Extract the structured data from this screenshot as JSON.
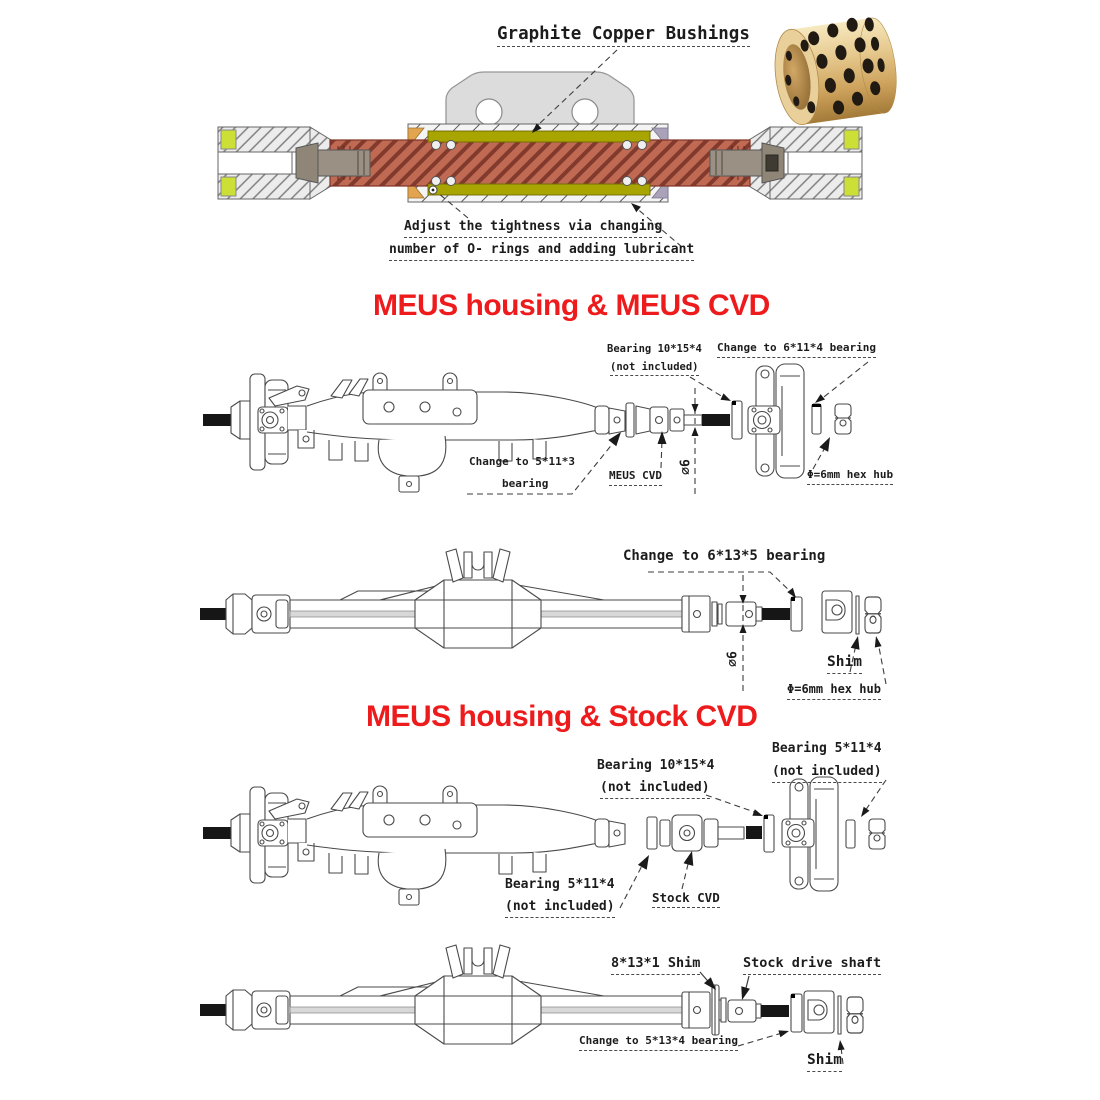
{
  "colors": {
    "heading_red": "#ee1b1d",
    "shaft_red": "#bf6752",
    "bushing_olive": "#a8a400",
    "insert_green": "#cbdf37",
    "bushing_gold": "#d9b878"
  },
  "top": {
    "graphite_label": "Graphite Copper Bushings",
    "caption_line1": "Adjust the tightness via changing",
    "caption_line2": "number of O- rings and adding lubricant",
    "bushing_photo": "graphite-copper-bushing"
  },
  "meus_cvd": {
    "heading": "MEUS housing & MEUS CVD",
    "bearing_10_15_4": "Bearing 10*15*4",
    "not_included": "(not included)",
    "change_6_11_4": "Change to 6*11*4 bearing",
    "change_5_11_3_line1": "Change to 5*11*3",
    "change_5_11_3_line2": "bearing",
    "meus_cvd_label": "MEUS CVD",
    "dia_6": "⌀6",
    "hex_hub": "Φ=6mm hex hub"
  },
  "meus_rear": {
    "change_6_13_5": "Change to 6*13*5 bearing",
    "dia_6": "⌀6",
    "shim": "Shim",
    "hex_hub": "Φ=6mm hex hub"
  },
  "stock_cvd": {
    "heading": "MEUS housing & Stock CVD",
    "bearing_10_15_4": "Bearing 10*15*4",
    "not_included": "(not included)",
    "bearing_5_11_4": "Bearing 5*11*4",
    "stock_cvd_label": "Stock CVD"
  },
  "stock_rear": {
    "shim_8_13_1": "8*13*1 Shim",
    "stock_drive_shaft": "Stock drive shaft",
    "change_5_13_4": "Change to 5*13*4 bearing",
    "shim": "Shim"
  }
}
